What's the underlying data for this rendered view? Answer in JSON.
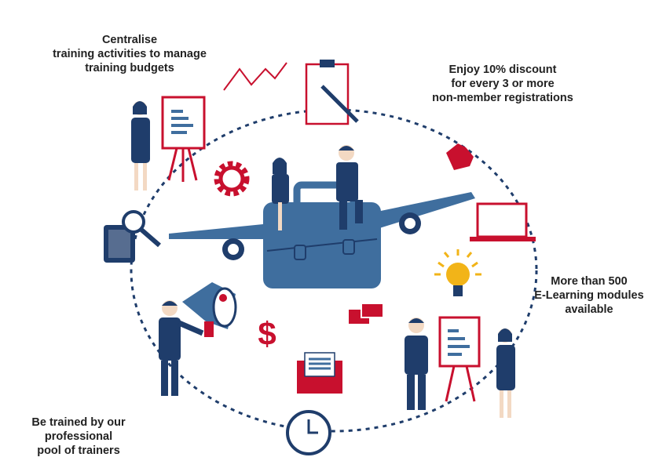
{
  "captions": {
    "top_left": [
      "Centralise",
      "training activities to manage",
      "training budgets"
    ],
    "top_right": [
      "Enjoy 10% discount",
      "for every 3 or more",
      "non-member registrations"
    ],
    "right": [
      "More than 500",
      "E-Learning modules",
      "available"
    ],
    "bottom_left": [
      "Be trained by our",
      "professional",
      "pool of trainers"
    ]
  },
  "icons": {
    "dollar": "$"
  },
  "colors": {
    "navy": "#1f3d6b",
    "blue": "#3f6e9e",
    "red": "#c8102e",
    "yellow": "#f2b418"
  }
}
